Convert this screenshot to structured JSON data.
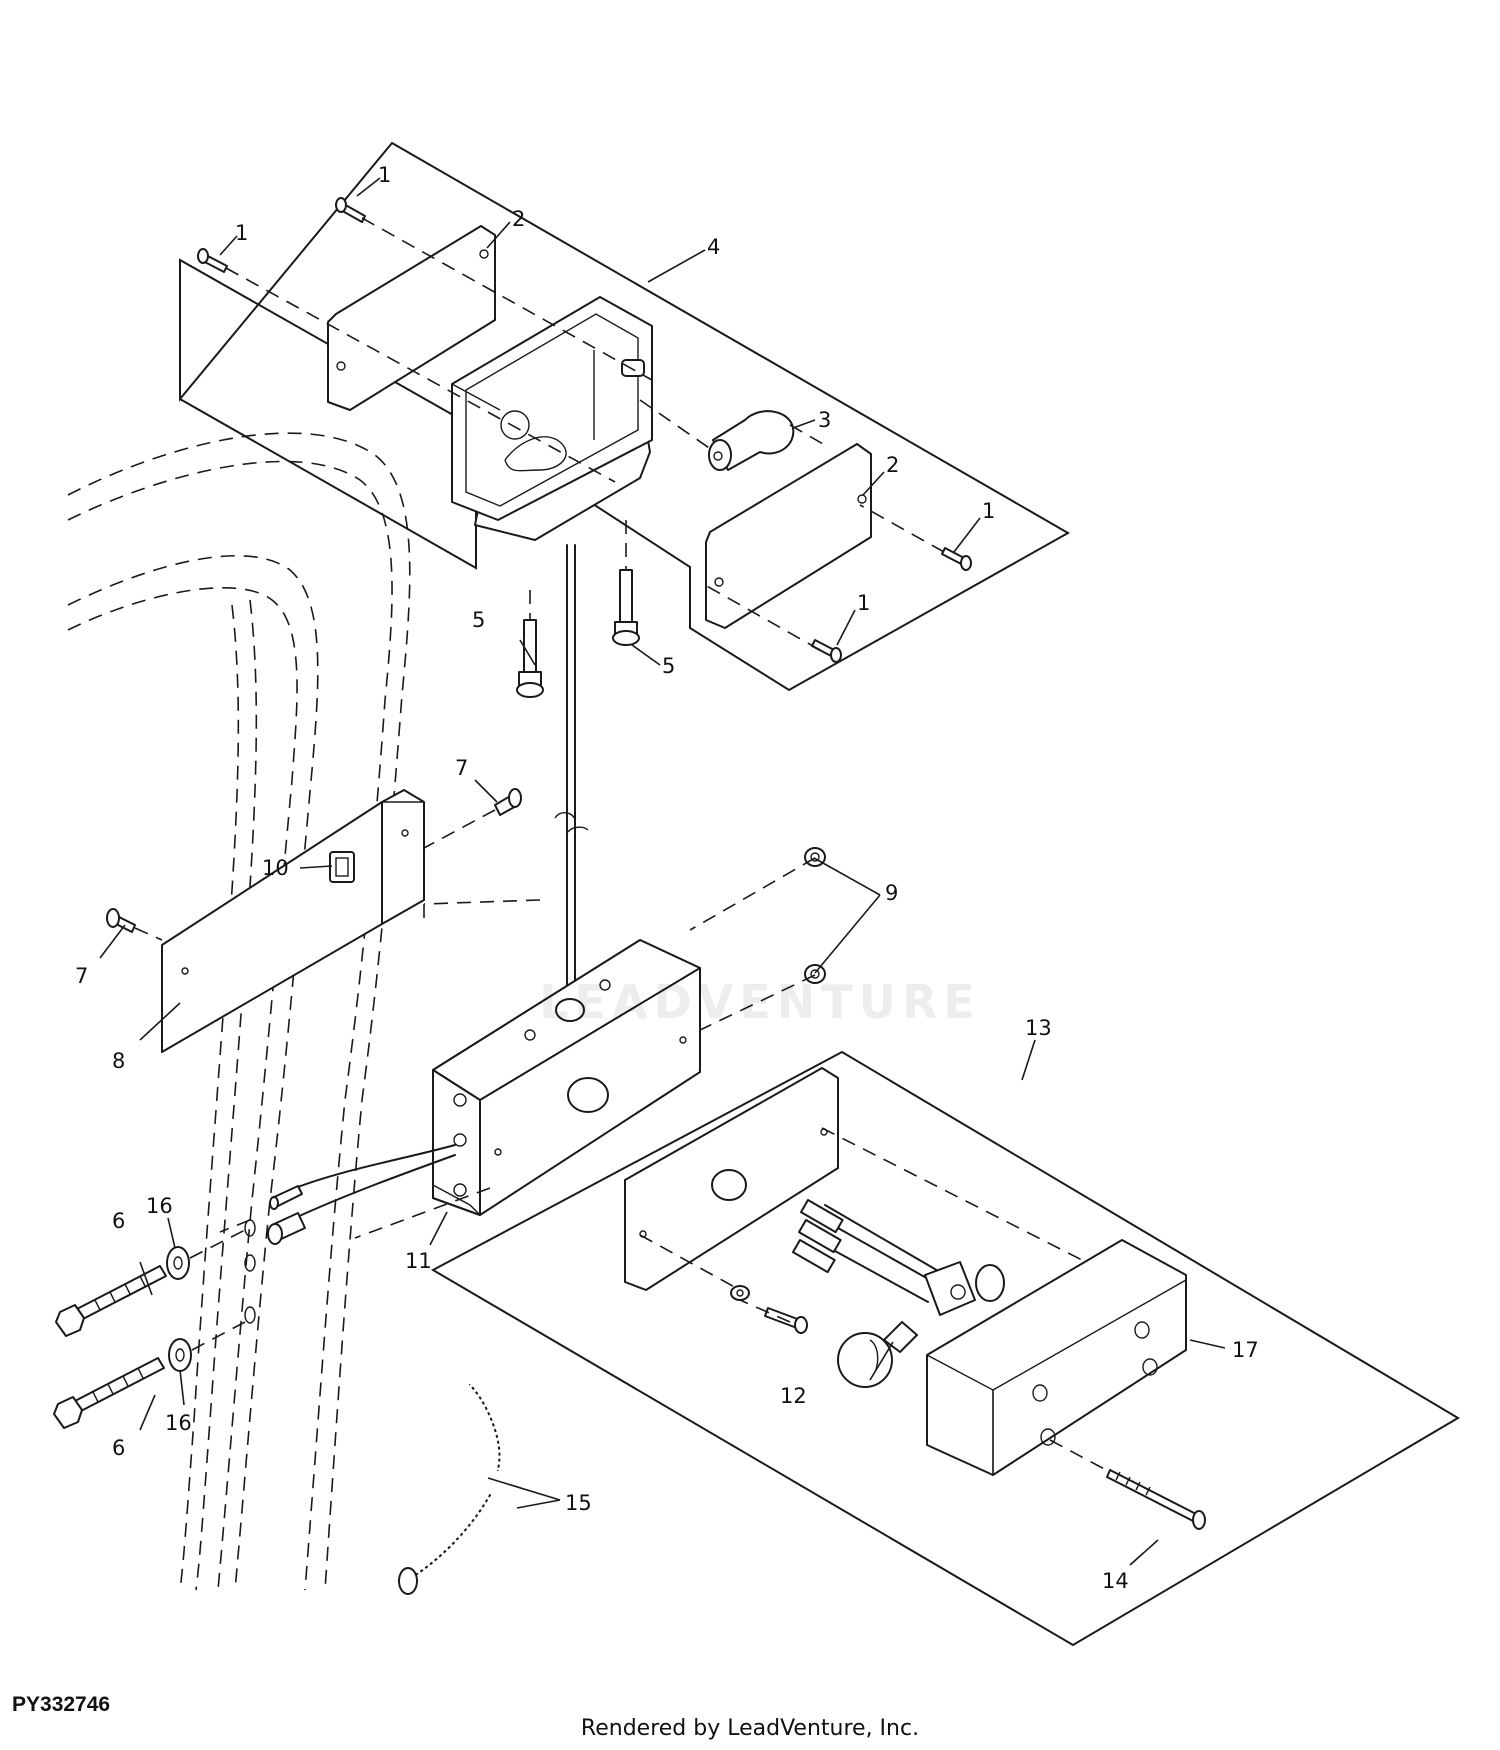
{
  "figure_id": "PY332746",
  "footer_credit": "Rendered by LeadVenture, Inc.",
  "watermark_text": "LEADVENTURE",
  "callouts": [
    "1",
    "1",
    "1",
    "1",
    "2",
    "2",
    "3",
    "4",
    "5",
    "5",
    "6",
    "6",
    "7",
    "7",
    "8",
    "9",
    "10",
    "11",
    "12",
    "13",
    "14",
    "15",
    "16",
    "16",
    "17"
  ],
  "colors": {
    "ink": "#1a1a1a",
    "background": "#ffffff"
  }
}
